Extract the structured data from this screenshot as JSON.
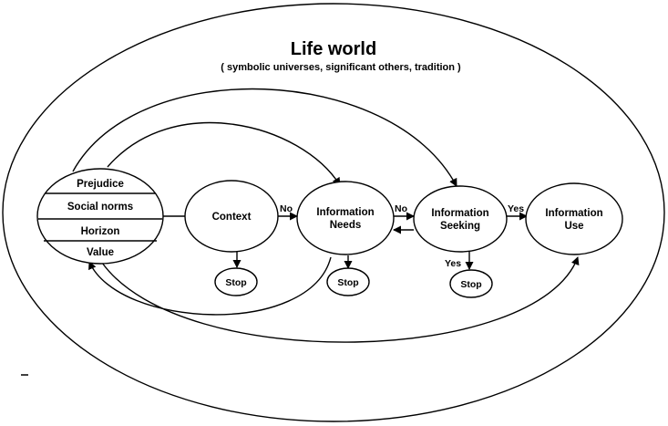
{
  "diagram": {
    "title": "Life world",
    "subtitle": "( symbolic universes, significant others, tradition )",
    "prejudice_box": {
      "rows": [
        "Prejudice",
        "Social norms",
        "Horizon",
        "Value"
      ]
    },
    "nodes": {
      "context": "Context",
      "needs": [
        "Information",
        "Needs"
      ],
      "seeking": [
        "Information",
        "Seeking"
      ],
      "use": [
        "Information",
        "Use"
      ]
    },
    "stops": [
      "Stop",
      "Stop",
      "Stop"
    ],
    "edge_labels": {
      "context_to_needs": "No",
      "needs_to_seeking": "No",
      "seeking_to_use": "Yes",
      "seeking_to_stop": "Yes"
    }
  }
}
